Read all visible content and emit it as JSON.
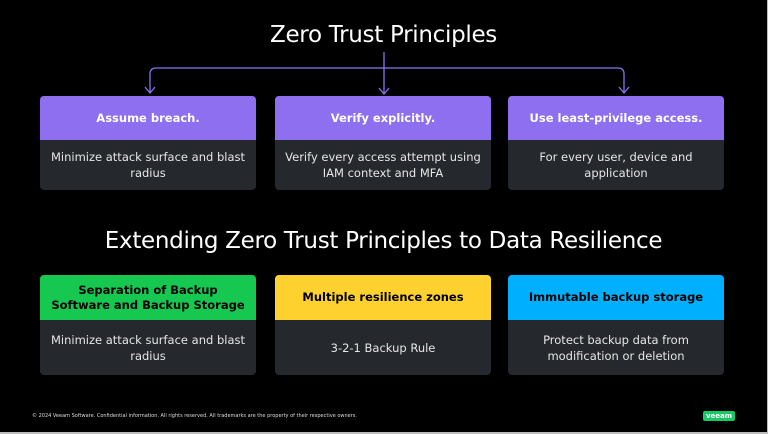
{
  "title1": "Zero Trust Principles",
  "title2": "Extending Zero Trust Principles to Data Resilience",
  "principles": [
    {
      "header": "Assume breach.",
      "body": "Minimize attack surface and blast radius",
      "color": "#8d6ff0"
    },
    {
      "header": "Verify explicitly.",
      "body": "Verify every access attempt using IAM context and MFA",
      "color": "#8d6ff0"
    },
    {
      "header": "Use least-privilege access.",
      "body": "For every user, device and application",
      "color": "#8d6ff0"
    }
  ],
  "resilience": [
    {
      "header": "Separation of Backup Software and Backup Storage",
      "body": "Minimize attack surface and blast radius",
      "color": "#16c850"
    },
    {
      "header": "Multiple resilience zones",
      "body": "3-2-1 Backup Rule",
      "color": "#ffd12e"
    },
    {
      "header": "Immutable backup storage",
      "body": "Protect backup data from modification or deletion",
      "color": "#00b0ff"
    }
  ],
  "footer": "© 2024 Veeam Software. Confidential information. All rights reserved. All trademarks are the property of their respective owners.",
  "logo": "veeam"
}
